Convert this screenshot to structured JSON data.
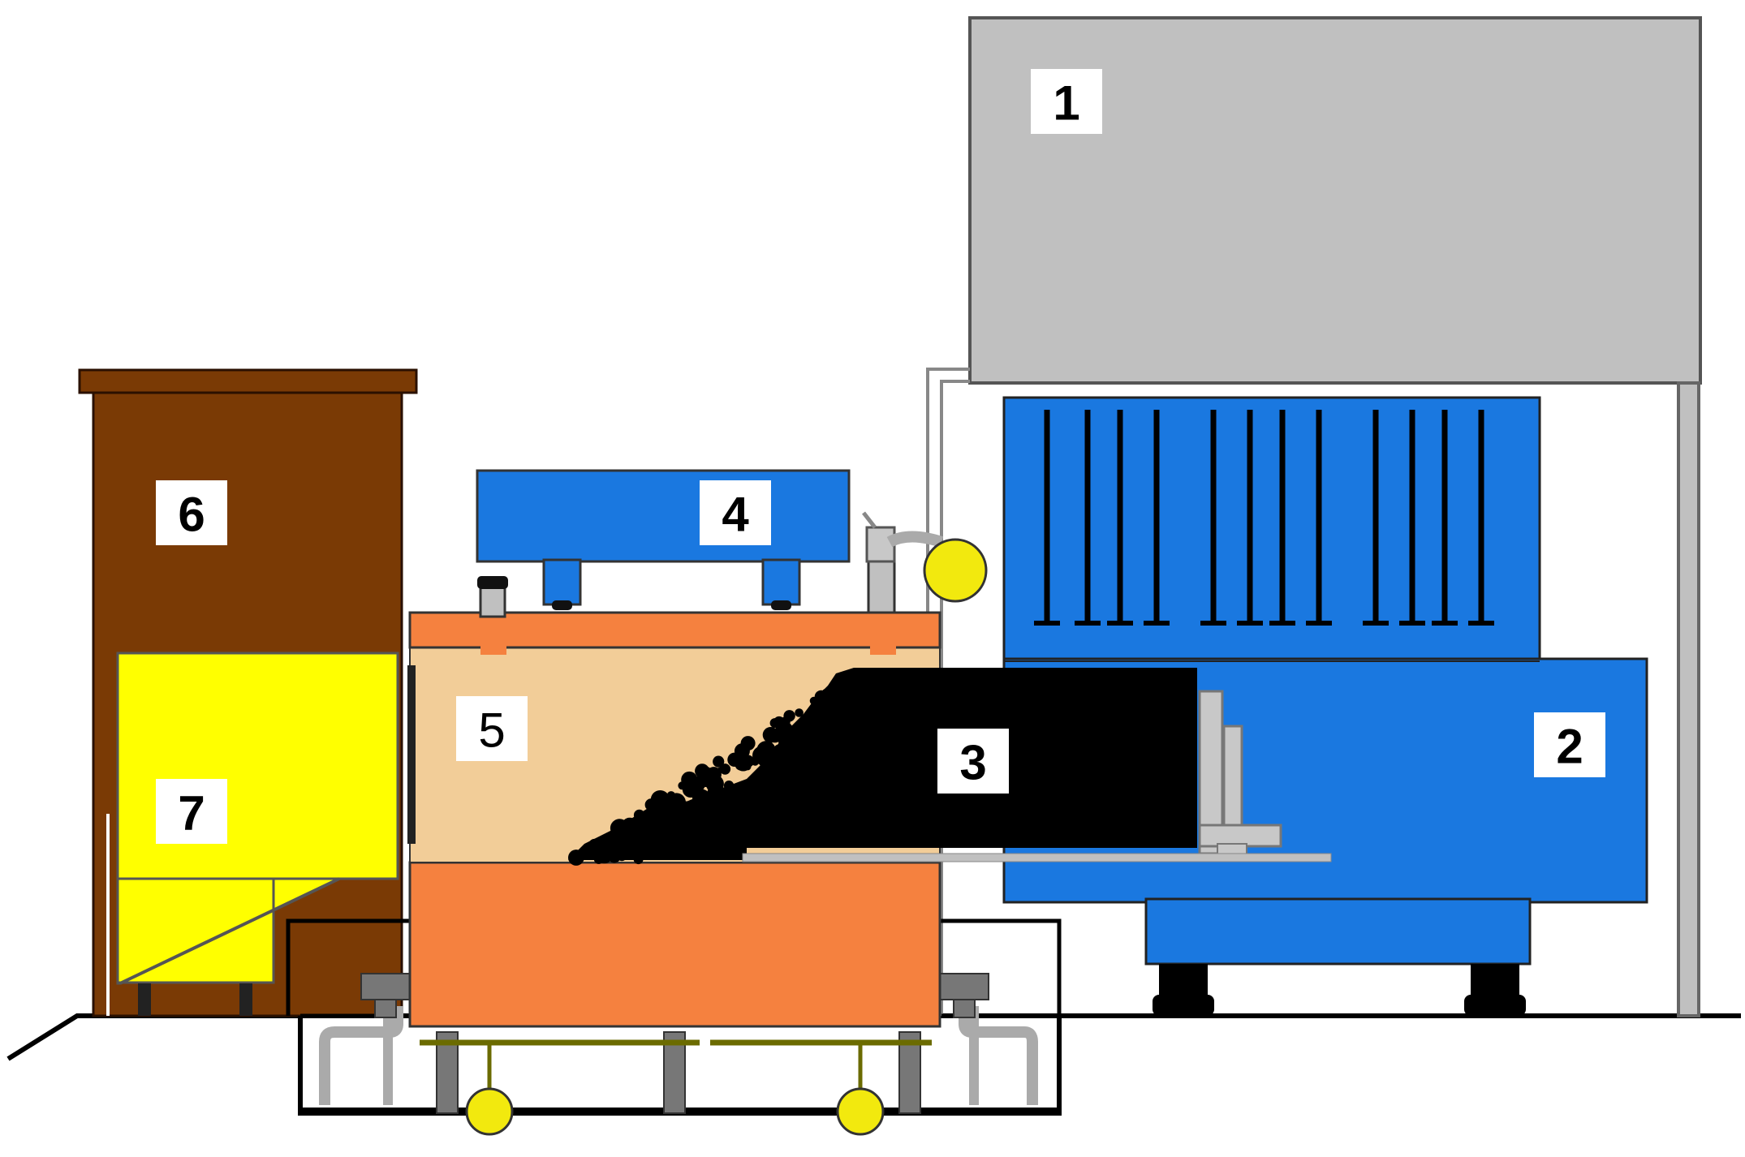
{
  "colors": {
    "press_frame": "#c0c0c0",
    "machine_blue": "#1a78e0",
    "bin_brown": "#7a3a05",
    "hopper_yellow": "#ffff00",
    "mold_orange": "#f5813f",
    "sand_tan": "#f2cd98",
    "pattern_black": "#000000",
    "lamp_yellow": "#f2e90e"
  },
  "labels": {
    "label_1": "1",
    "label_2": "2",
    "label_3": "3",
    "label_4": "4",
    "label_5": "5",
    "label_6": "6",
    "label_7": "7"
  }
}
